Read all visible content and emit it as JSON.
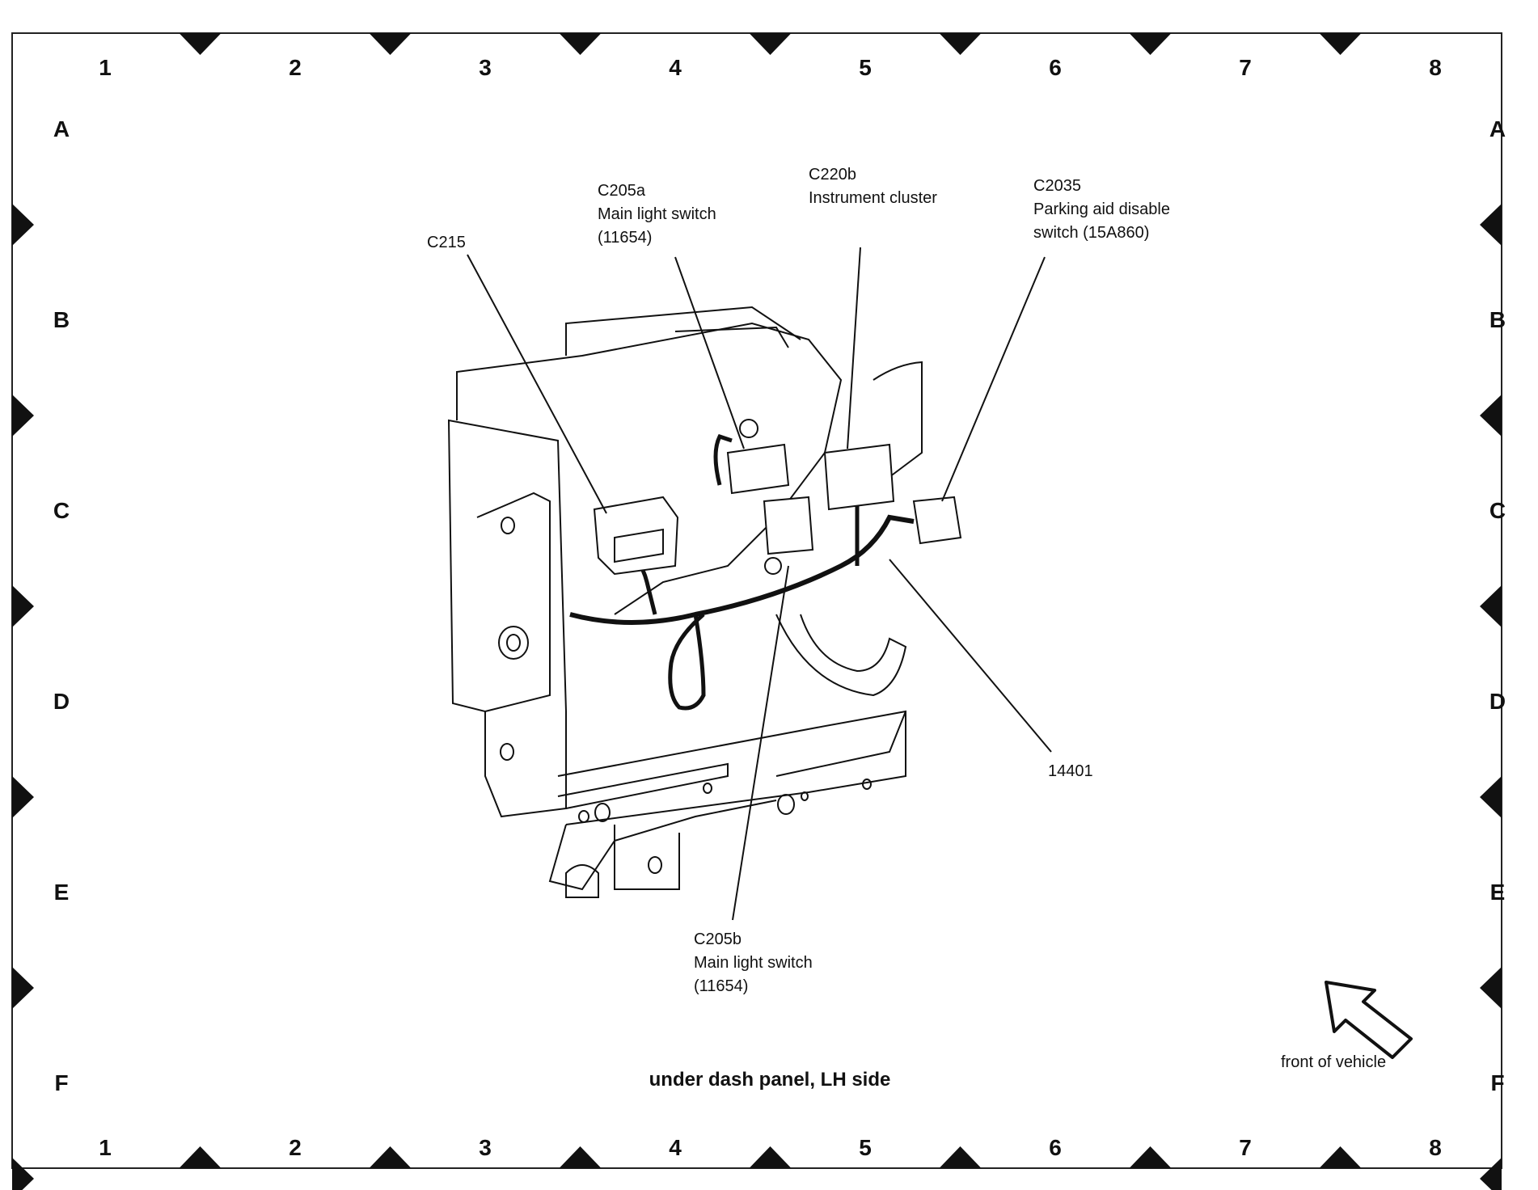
{
  "grid": {
    "columns": [
      "1",
      "2",
      "3",
      "4",
      "5",
      "6",
      "7",
      "8"
    ],
    "rows": [
      "A",
      "B",
      "C",
      "D",
      "E",
      "F"
    ]
  },
  "labels": {
    "c215": "C215",
    "c205a": [
      "C205a",
      "Main light switch",
      "(11654)"
    ],
    "c220b": [
      "C220b",
      "Instrument cluster"
    ],
    "c2035": [
      "C2035",
      "Parking aid disable",
      "switch (15A860)"
    ],
    "harness": "14401",
    "c205b": [
      "C205b",
      "Main light switch",
      "(11654)"
    ]
  },
  "caption": "under dash panel, LH side",
  "front_label": "front of vehicle"
}
